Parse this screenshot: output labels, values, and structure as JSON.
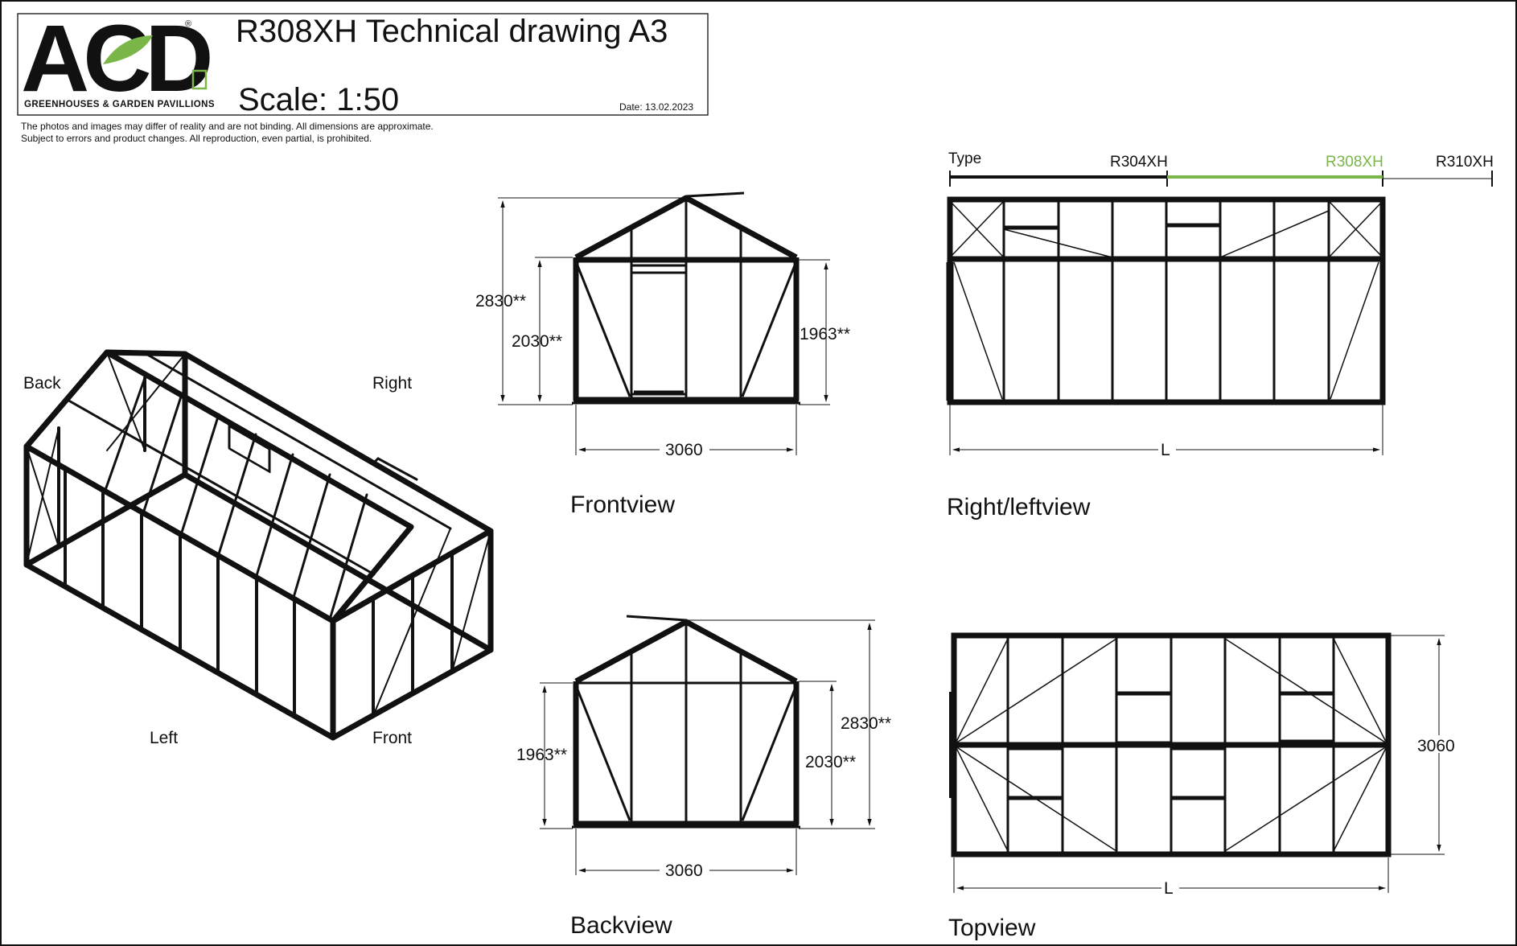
{
  "title_block": {
    "title": "R308XH Technical drawing A3",
    "scale": "Scale:  1:50",
    "date": "Date:   13.02.2023",
    "logo_text": "ACD",
    "logo_tagline": "GREENHOUSES & GARDEN PAVILLIONS",
    "registered": "®"
  },
  "disclaimer": [
    "The photos and images may differ of reality and are not binding. All dimensions are approximate.",
    "Subject to errors and product changes. All reproduction, even partial, is prohibited."
  ],
  "iso_view": {
    "back": "Back",
    "right": "Right",
    "left": "Left",
    "front": "Front"
  },
  "front_view": {
    "caption": "Frontview",
    "total_height": "2830**",
    "side_height": "2030**",
    "eave_height": "1963**",
    "width": "3060"
  },
  "back_view": {
    "caption": "Backview",
    "total_height": "2830**",
    "side_height": "2030**",
    "eave_height": "1963**",
    "width": "3060"
  },
  "side_view": {
    "caption": "Right/leftview",
    "length_label": "L",
    "type_label": "Type",
    "types": [
      {
        "name": "R304XH",
        "color": "#111111"
      },
      {
        "name": "R308XH",
        "color": "#7ab648"
      },
      {
        "name": "R310XH",
        "color": "#111111"
      }
    ]
  },
  "top_view": {
    "caption": "Topview",
    "length_label": "L",
    "width": "3060"
  },
  "colors": {
    "accent": "#7ab648",
    "line": "#111111",
    "logo_dark": "#3a3a3a"
  }
}
